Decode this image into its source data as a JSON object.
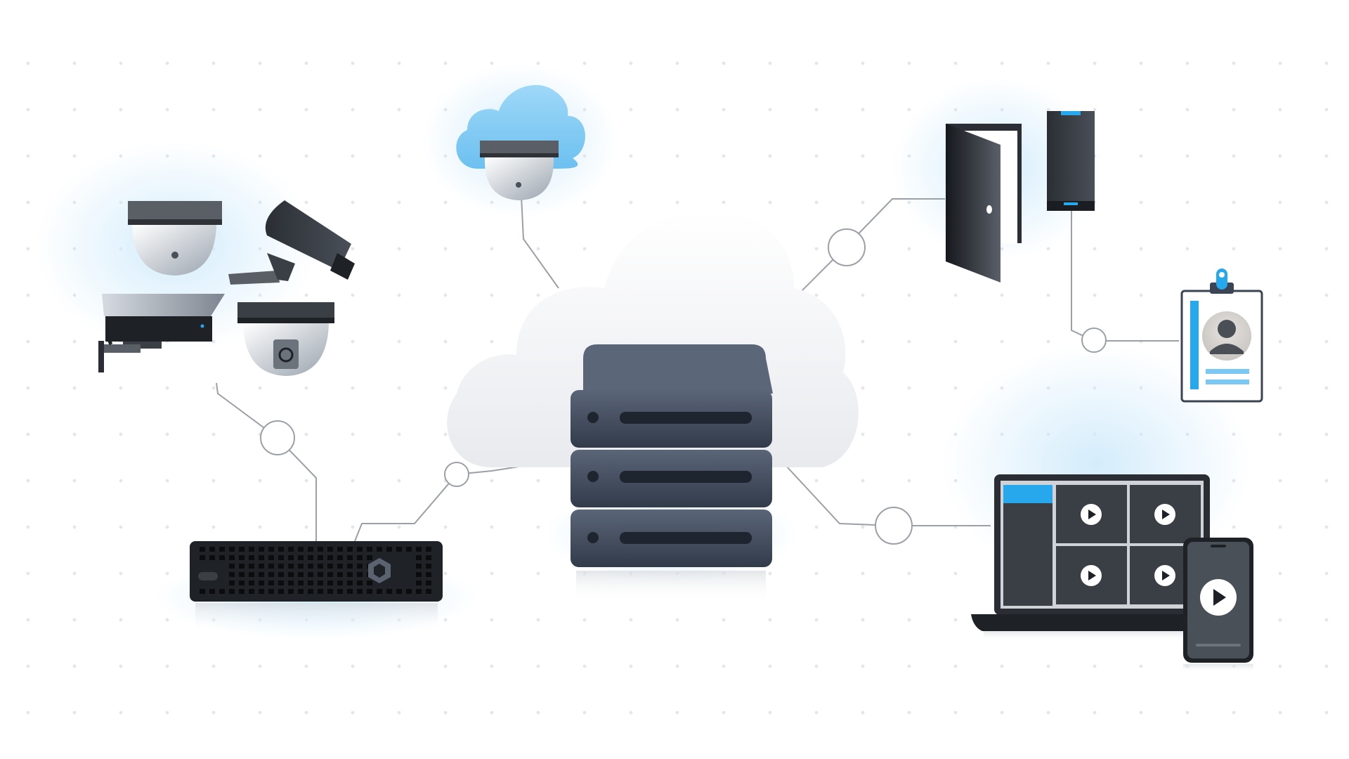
{
  "diagram": {
    "hub": {
      "name": "cloud-server"
    },
    "nodes": [
      {
        "name": "security-cameras",
        "icon": "camera-icon"
      },
      {
        "name": "cloud-camera",
        "icon": "cloud-icon"
      },
      {
        "name": "access-door",
        "icon": "door-icon"
      },
      {
        "name": "card-reader",
        "icon": "card-reader-icon"
      },
      {
        "name": "id-badge",
        "icon": "id-badge-icon"
      },
      {
        "name": "network-video-recorder",
        "icon": "nvr-icon"
      },
      {
        "name": "laptop-video-wall",
        "icon": "laptop-icon"
      },
      {
        "name": "mobile-phone",
        "icon": "phone-icon"
      }
    ],
    "colors": {
      "accent_blue": "#28a8ec",
      "cloud_blue": "#7cc8f4",
      "server_dark": "#3c4656",
      "device_dark": "#1e2126",
      "connector_line": "#9aa0a6",
      "dot_grid": "#e4e6ea"
    }
  }
}
